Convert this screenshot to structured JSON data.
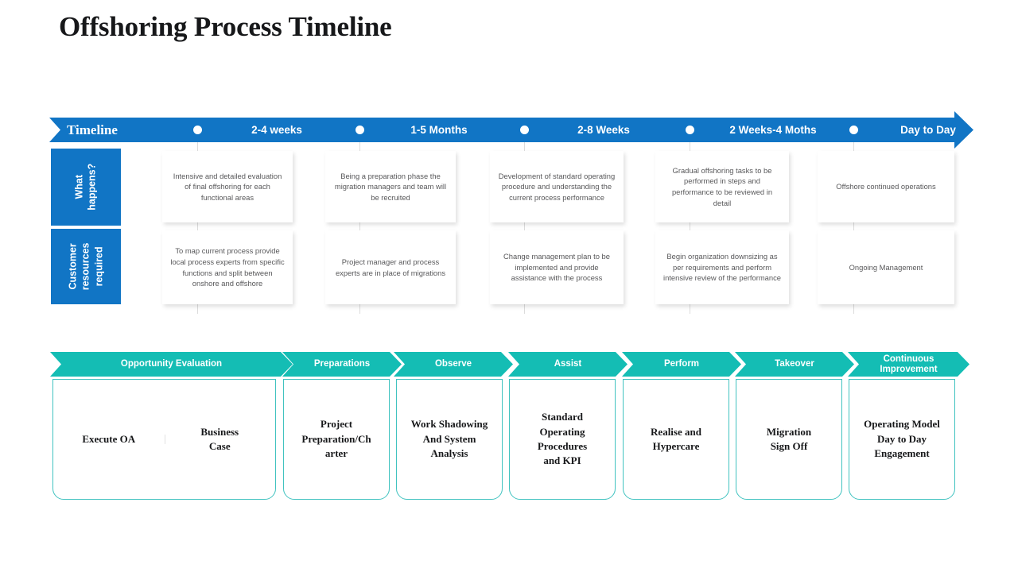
{
  "title": "Offshoring Process Timeline",
  "colors": {
    "blue": "#1175c5",
    "teal": "#14bdb4",
    "teal_border": "#41c3c0",
    "body_text": "#58585a",
    "heading_text": "#17181a"
  },
  "timeline": {
    "lead_label": "Timeline",
    "periods": [
      "2-4 weeks",
      "1-5 Months",
      "2-8 Weeks",
      "2 Weeks-4 Moths",
      "Day to Day"
    ]
  },
  "matrix": {
    "row_labels": [
      "What\nhappens?",
      "Customer\nresources\nrequired"
    ],
    "rows": [
      [
        "Intensive and detailed evaluation of final offshoring for each functional areas",
        "Being a preparation phase the migration managers and team will be recruited",
        "Development of standard operating procedure and understanding the current process performance",
        "Gradual offshoring tasks to be performed in steps and performance to be reviewed in detail",
        "Offshore continued operations"
      ],
      [
        "To map current process provide local process experts from specific functions and split between onshore and offshore",
        "Project manager and process experts are in place of migrations",
        "Change management plan to be implemented  and provide assistance with the process",
        "Begin organization downsizing as per requirements and perform intensive review of the performance",
        "Ongoing Management"
      ]
    ]
  },
  "phases": {
    "ribbons": [
      "Opportunity Evaluation",
      "Preparations",
      "Observe",
      "Assist",
      "Perform",
      "Takeover",
      "Continuous\nImprovement"
    ],
    "cards": [
      [
        "Execute OA",
        "Business\nCase"
      ],
      [
        "Project\nPreparation/Ch\narter"
      ],
      [
        "Work Shadowing\nAnd System\nAnalysis"
      ],
      [
        "Standard\nOperating\nProcedures\nand KPI"
      ],
      [
        "Realise and\nHypercare"
      ],
      [
        "Migration\nSign Off"
      ],
      [
        "Operating Model\nDay to Day\nEngagement"
      ]
    ]
  }
}
